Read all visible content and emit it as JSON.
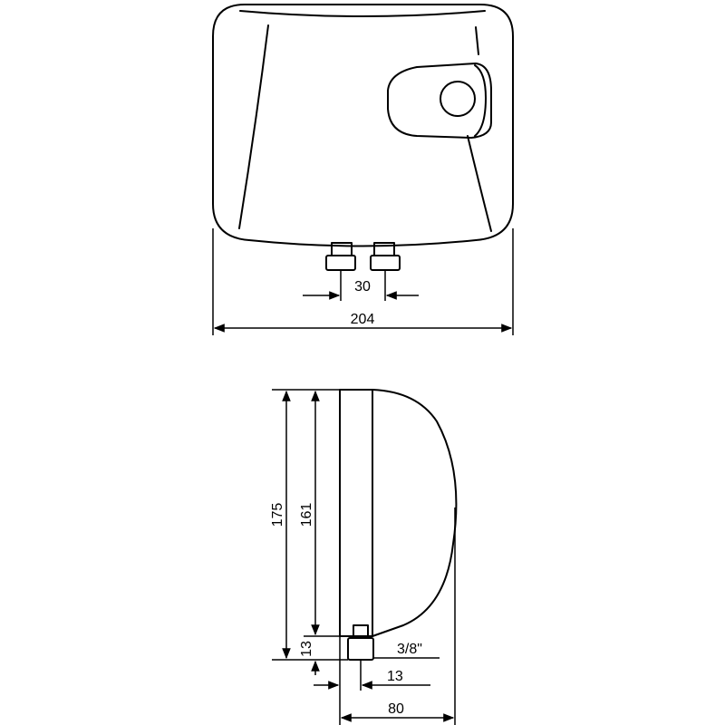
{
  "front_view": {
    "dims": {
      "fitting_spacing": "30",
      "total_width": "204"
    }
  },
  "side_view": {
    "dims": {
      "total_height": "175",
      "body_height": "161",
      "bottom_offset": "13",
      "fitting_offset": "13",
      "thread_size": "3/8\"",
      "depth": "80"
    }
  }
}
